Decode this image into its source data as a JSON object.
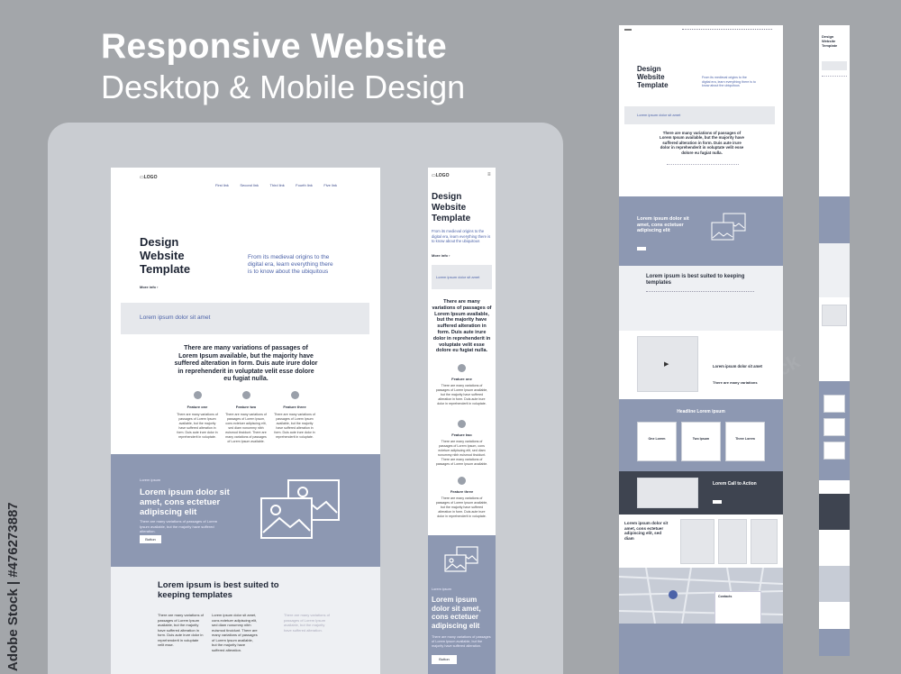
{
  "header": {
    "title": "Responsive Website",
    "subtitle": "Desktop & Mobile Design"
  },
  "credit": "Adobe Stock | #476273887",
  "desktop": {
    "logo": "LOGO",
    "nav": [
      "First link",
      "Second link",
      "Third link",
      "Fourth link",
      "Five link"
    ],
    "hero_title_lines": [
      "Design",
      "Website",
      "Template"
    ],
    "hero_text": "From its medieval origins to the digital era, learn everything there is to know about the ubiquitous",
    "more": "More info ›",
    "band_text": "Lorem ipsum dolor sit amet",
    "intro": "There are many variations of passages of Lorem Ipsum available, but the majority have suffered alteration in form. Duis aute irure dolor in reprehenderit in voluptate velit esse dolore eu fugiat nulla.",
    "features": [
      {
        "name": "Feature one",
        "text": "There are many variations of passages of Lorem Ipsum available, but the majority have suffered alteration in form. Duis aute irure dolor in reprehenderit in voluptate."
      },
      {
        "name": "Feature two",
        "text": "There are many variations of passages of Lorem Ipsum, cons ectetuer adipiscing elit, sed diam nonummy nibh euismod tincidunt. There are many variations of passages of Lorem Ipsum available."
      },
      {
        "name": "Feature three",
        "text": "There are many variations of passages of Lorem Ipsum available, but the majority have suffered alteration in form. Duis aute irure dolor in reprehenderit in voluptate."
      }
    ],
    "blue_kicker": "Lorem ipsum",
    "blue_title": "Lorem ipsum dolor sit amet, cons ectetuer adipiscing elit",
    "blue_text": "There are many variations of passages of Lorem Ipsum available, but the majority have suffered alteration.",
    "button": "Button",
    "templates_title": "Lorem ipsum is best suited to keeping templates",
    "templates_cols": [
      "There are many variations of passages of Lorem Ipsum available, but the majority have suffered alteration in form. Duis aute irure dolor in reprehenderit in voluptate velit esse.",
      "Lorem ipsum dolor sit amet, cons ectetuer adipiscing elit, sed diam nonummy nibh euismod tincidunt. There are many variations of passages of Lorem Ipsum available, but the majority have suffered alteration.",
      "There are many variations of passages of Lorem Ipsum available, but the majority have suffered alteration."
    ]
  },
  "mobile": {
    "logo": "LOGO",
    "title_lines": [
      "Design",
      "Website",
      "Template"
    ],
    "hero_text": "From its medieval origins to the digital era, learn everything there is to know about the ubiquitous",
    "more": "More info ›",
    "band_text": "Lorem ipsum dolor sit amet",
    "intro": "There are many variations of passages of Lorem Ipsum available, but the majority have suffered alteration in form. Duis aute irure dolor in reprehenderit in voluptate velit esse dolore eu fugiat nulla.",
    "features": [
      {
        "name": "Feature one",
        "text": "There are many variations of passages of Lorem Ipsum available, but the majority have suffered alteration in form. Duis aute irure dolor in reprehenderit in voluptate."
      },
      {
        "name": "Feature two",
        "text": "There are many variations of passages of Lorem Ipsum, cons ectetuer adipiscing elit, sed diam nonummy nibh euismod tincidunt. There are many variations of passages of Lorem Ipsum available."
      },
      {
        "name": "Feature three",
        "text": "There are many variations of passages of Lorem Ipsum available, but the majority have suffered alteration in form. Duis aute irure dolor in reprehenderit in voluptate."
      }
    ],
    "blue_kicker": "Lorem ipsum",
    "blue_title": "Lorem ipsum dolor sit amet, cons ectetuer adipiscing elit",
    "blue_text": "There are many variations of passages of Lorem Ipsum available, but the majority have suffered alteration.",
    "button": "Button"
  },
  "full_page": {
    "hero_title_lines": [
      "Design",
      "Website",
      "Template"
    ],
    "hero_text": "From its medieval origins to the digital era, learn everything there is to know about the ubiquitous",
    "band_text": "Lorem ipsum dolor sit amet",
    "intro": "There are many variations of passages of Lorem Ipsum available, but the majority have suffered alteration in form. Duis aute irure dolor in reprehenderit in voluptate velit esse dolore eu fugiat nulla.",
    "blue_title": "Lorem ipsum dolor sit amet, cons ectetuer adipiscing elit",
    "templates_title": "Lorem ipsum is best suited to keeping templates",
    "video_title": "Lorem ipsum dolor sit amet",
    "video_sub": "There are many variations",
    "headline": "Headline Lorem ipsum",
    "cards": [
      "One Lorem",
      "Two Ipsum",
      "Three Lorem"
    ],
    "cta": "Lorem Call to Action",
    "gallery_title": "Lorem ipsum dolor sit amet, cons ectetuer adipiscing elit, sed diam",
    "contact": "Contacts"
  },
  "colors": {
    "background": "#a3a6aa",
    "panel": "#c9ccd1",
    "blue_band": "#8d98b2",
    "dark_band": "#3e4450",
    "accent": "#4b62a8"
  }
}
